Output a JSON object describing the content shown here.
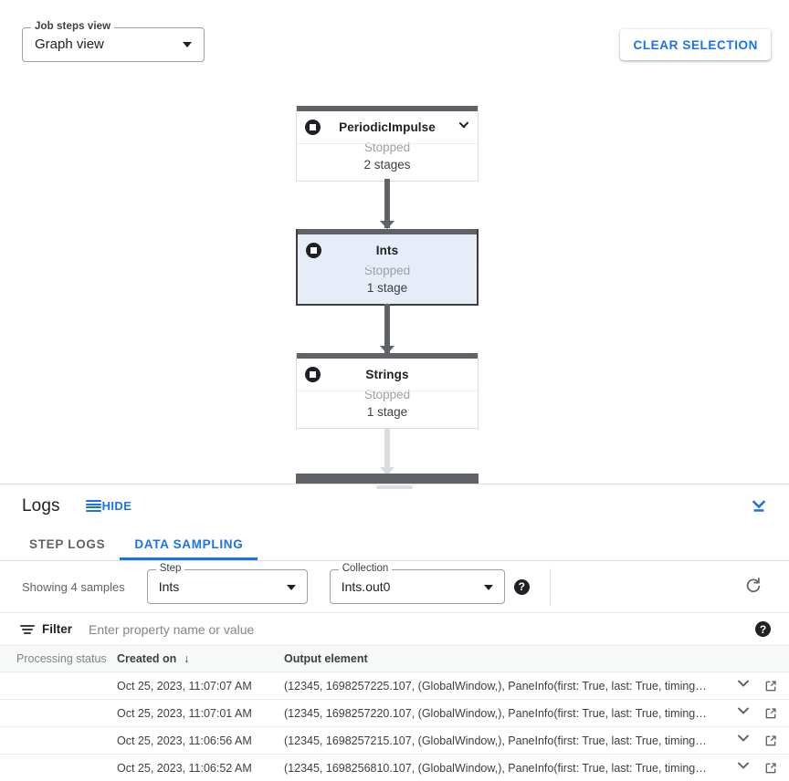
{
  "graph": {
    "view_select": {
      "legend": "Job steps view",
      "value": "Graph view",
      "caret_icon": "chevron-down-icon"
    },
    "clear_selection_label": "CLEAR SELECTION",
    "nodes": [
      {
        "name": "PeriodicImpulse",
        "status": "Stopped",
        "stages": "2 stages",
        "icon": "stop-icon",
        "has_caret": true,
        "selected": false
      },
      {
        "name": "Ints",
        "status": "Stopped",
        "stages": "1 stage",
        "icon": "stop-icon",
        "has_caret": false,
        "selected": true
      },
      {
        "name": "Strings",
        "status": "Stopped",
        "stages": "1 stage",
        "icon": "stop-icon",
        "has_caret": false,
        "selected": false
      }
    ]
  },
  "logs": {
    "title": "Logs",
    "hide_label": "HIDE",
    "hide_icon": "list-lines-icon",
    "collapse_icon": "unfold-less-down-icon",
    "tabs": [
      {
        "label": "STEP LOGS",
        "active": false
      },
      {
        "label": "DATA SAMPLING",
        "active": true
      }
    ],
    "sampling": {
      "showing_text": "Showing 4 samples",
      "step_field": {
        "legend": "Step",
        "value": "Ints",
        "caret_icon": "chevron-down-icon"
      },
      "collection_field": {
        "legend": "Collection",
        "value": "Ints.out0",
        "caret_icon": "chevron-down-icon"
      },
      "help_icon": "help-circle-icon",
      "help_glyph": "?",
      "refresh_icon": "refresh-icon"
    },
    "filter": {
      "icon": "filter-icon",
      "label": "Filter",
      "placeholder": "Enter property name or value",
      "value": "",
      "help_icon": "help-circle-icon",
      "help_glyph": "?"
    },
    "table": {
      "columns": [
        "Processing status",
        "Created on",
        "Output element"
      ],
      "sort_column": "Created on",
      "sort_arrow": "↓",
      "rows": [
        {
          "status_icon": "status-dot-icon",
          "created_on": "Oct 25, 2023, 11:07:07 AM",
          "output_element": "(12345, 1698257225.107, (GlobalWindow,), PaneInfo(first: True, last: True, timing…",
          "expand_icon": "chevron-down-icon",
          "open_icon": "open-in-new-icon"
        },
        {
          "status_icon": "status-dot-icon",
          "created_on": "Oct 25, 2023, 11:07:01 AM",
          "output_element": "(12345, 1698257220.107, (GlobalWindow,), PaneInfo(first: True, last: True, timing…",
          "expand_icon": "chevron-down-icon",
          "open_icon": "open-in-new-icon"
        },
        {
          "status_icon": "status-dot-icon",
          "created_on": "Oct 25, 2023, 11:06:56 AM",
          "output_element": "(12345, 1698257215.107, (GlobalWindow,), PaneInfo(first: True, last: True, timing…",
          "expand_icon": "chevron-down-icon",
          "open_icon": "open-in-new-icon"
        },
        {
          "status_icon": "status-dot-icon",
          "created_on": "Oct 25, 2023, 11:06:52 AM",
          "output_element": "(12345, 1698256810.107, (GlobalWindow,), PaneInfo(first: True, last: True, timing…",
          "expand_icon": "chevron-down-icon",
          "open_icon": "open-in-new-icon"
        }
      ]
    }
  },
  "colors": {
    "accent_blue": "#1a73e8",
    "node_bar": "#5f6368",
    "selected_node_fill": "#e6ecf8",
    "selected_node_border": "#3c4043",
    "edge_light": "#dadce0",
    "text_primary": "#202124",
    "text_secondary": "#5f6368",
    "text_muted": "#9aa0a6"
  }
}
